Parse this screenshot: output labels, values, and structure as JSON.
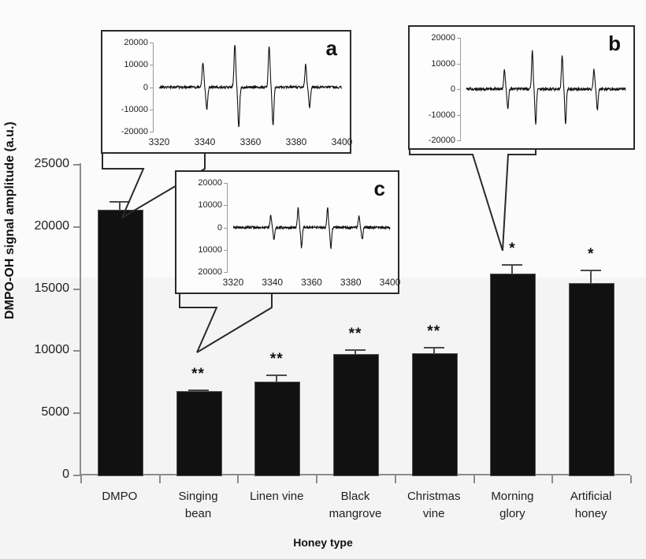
{
  "chart_data": {
    "type": "bar",
    "title": "",
    "xlabel": "Honey type",
    "ylabel": "DMPO-OH signal amplitude (a.u.)",
    "categories": [
      "DMPO",
      "Singing bean",
      "Linen  vine",
      "Black mangrove",
      "Christmas vine",
      "Morning glory",
      "Artificial honey"
    ],
    "category_lines": [
      [
        "DMPO",
        ""
      ],
      [
        "Singing",
        "bean"
      ],
      [
        "Linen  vine",
        ""
      ],
      [
        "Black",
        "mangrove"
      ],
      [
        "Christmas",
        "vine"
      ],
      [
        "Morning",
        "glory"
      ],
      [
        "Artificial",
        "honey"
      ]
    ],
    "values": [
      21350,
      6700,
      7480,
      9700,
      9800,
      16200,
      15400
    ],
    "errors": [
      650,
      180,
      600,
      400,
      500,
      750,
      1100
    ],
    "significance": [
      "",
      "**",
      "**",
      "**",
      "**",
      "*",
      "*"
    ],
    "ylim": [
      0,
      25000
    ],
    "yticks": [
      0,
      5000,
      10000,
      15000,
      20000,
      25000
    ],
    "ytick_labels": [
      "0",
      "5000",
      "10000",
      "15000",
      "20000",
      "25000"
    ],
    "grid": false,
    "legend": "none",
    "bar_color": "#111111"
  },
  "insets": [
    {
      "letter": "a",
      "type": "line",
      "ylabel": "",
      "xlabel": "",
      "ylim": [
        -20000,
        20000
      ],
      "yticks": [
        -20000,
        -10000,
        0,
        10000,
        20000
      ],
      "ytick_labels": [
        "-20000",
        "-10000",
        "0",
        "10000",
        "20000"
      ],
      "xlim": [
        3320,
        3400
      ],
      "xticks": [
        3320,
        3340,
        3360,
        3380,
        3400
      ],
      "xtick_labels": [
        "3320",
        "3340",
        "3360",
        "3380",
        "3400"
      ],
      "peak_positions": [
        3340,
        3354,
        3369,
        3385
      ],
      "peak_amplitudes": [
        11000,
        19000,
        18000,
        10000
      ],
      "trough_amplitudes": [
        -10000,
        -18000,
        -17000,
        -9000
      ],
      "points_to": "DMPO"
    },
    {
      "letter": "b",
      "type": "line",
      "ylabel": "",
      "xlabel": "",
      "ylim": [
        -20000,
        20000
      ],
      "yticks": [
        -20000,
        -10000,
        0,
        10000,
        20000
      ],
      "ytick_labels": [
        "-20000",
        "-10000",
        "0",
        "10000",
        "20000"
      ],
      "xlim": [
        3320,
        3400
      ],
      "xticks": [],
      "xtick_labels": [],
      "peak_positions": [
        3340,
        3354,
        3369,
        3385
      ],
      "peak_amplitudes": [
        7500,
        15000,
        13500,
        7500
      ],
      "trough_amplitudes": [
        -8000,
        -14000,
        -13500,
        -8000
      ],
      "points_to": "Morning glory"
    },
    {
      "letter": "c",
      "type": "line",
      "ylabel": "",
      "xlabel": "",
      "ylim": [
        -20000,
        20000
      ],
      "yticks": [
        -20000,
        -10000,
        0,
        10000,
        20000
      ],
      "ytick_labels": [
        "20000",
        "10000",
        "0",
        "10000",
        "20000"
      ],
      "xlim": [
        3320,
        3400
      ],
      "xticks": [
        3320,
        3340,
        3360,
        3380,
        3400
      ],
      "xtick_labels": [
        "3320",
        "3340",
        "3360",
        "3380",
        "3400"
      ],
      "peak_positions": [
        3340,
        3354,
        3369,
        3385
      ],
      "peak_amplitudes": [
        5500,
        8500,
        9000,
        5000
      ],
      "trough_amplitudes": [
        -5500,
        -9000,
        -9500,
        -5500
      ],
      "points_to": "Singing bean"
    }
  ]
}
